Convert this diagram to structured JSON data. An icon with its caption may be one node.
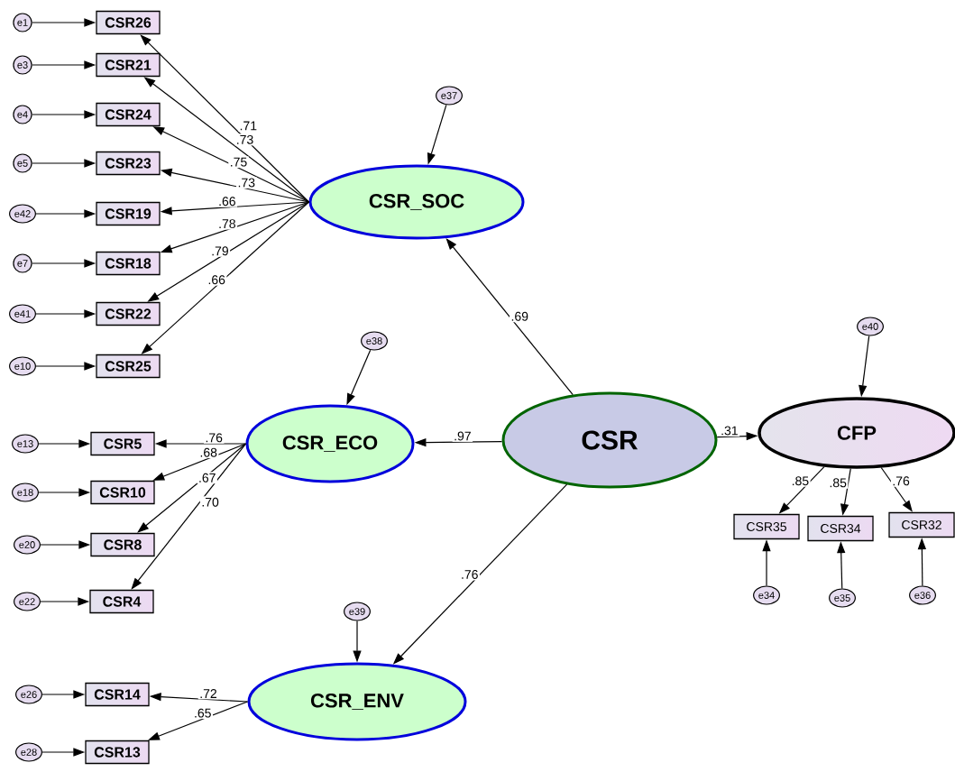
{
  "diagram": {
    "nodes": [
      {
        "text": [
          "e1"
        ]
      },
      {
        "text": [
          "CSR26"
        ]
      },
      {
        "text": [
          "e3"
        ]
      },
      {
        "text": [
          "CSR21"
        ]
      },
      {
        "text": [
          "e4"
        ]
      },
      {
        "text": [
          "CSR24"
        ]
      },
      {
        "text": [
          "e5"
        ]
      },
      {
        "text": [
          "CSR23"
        ]
      },
      {
        "text": [
          "e42"
        ]
      },
      {
        "text": [
          "CSR19"
        ]
      },
      {
        "text": [
          "e7"
        ]
      },
      {
        "text": [
          "CSR18"
        ]
      },
      {
        "text": [
          "e41"
        ]
      },
      {
        "text": [
          "CSR22"
        ]
      },
      {
        "text": [
          "e10"
        ]
      },
      {
        "text": [
          "CSR25"
        ]
      },
      {
        "text": [
          "e37"
        ]
      },
      {
        "text": [
          "CSR_SOC"
        ]
      },
      {
        "text": [
          "e38"
        ]
      },
      {
        "text": [
          "CSR_ECO"
        ]
      },
      {
        "text": [
          "e13"
        ]
      },
      {
        "text": [
          "CSR5"
        ]
      },
      {
        "text": [
          "e18"
        ]
      },
      {
        "text": [
          "CSR10"
        ]
      },
      {
        "text": [
          "e20"
        ]
      },
      {
        "text": [
          "CSR8"
        ]
      },
      {
        "text": [
          "e22"
        ]
      },
      {
        "text": [
          "CSR4"
        ]
      },
      {
        "text": [
          "CSR"
        ]
      },
      {
        "text": [
          "e40"
        ]
      },
      {
        "text": [
          "CFP"
        ]
      },
      {
        "text": [
          "CSR35"
        ]
      },
      {
        "text": [
          "e34"
        ]
      },
      {
        "text": [
          "CSR34"
        ]
      },
      {
        "text": [
          "e35"
        ]
      },
      {
        "text": [
          "CSR32"
        ]
      },
      {
        "text": [
          "e36"
        ]
      },
      {
        "text": [
          "e39"
        ]
      },
      {
        "text": [
          "CSR_ENV"
        ]
      },
      {
        "text": [
          "e26"
        ]
      },
      {
        "text": [
          "CSR14"
        ]
      },
      {
        "text": [
          "e28"
        ]
      },
      {
        "text": [
          "CSR13"
        ]
      }
    ],
    "edges": [
      {
        "from": 0,
        "to": 1,
        "arrow": "to"
      },
      {
        "from": 2,
        "to": 3,
        "arrow": "to"
      },
      {
        "from": 4,
        "to": 5,
        "arrow": "to"
      },
      {
        "from": 6,
        "to": 7,
        "arrow": "to"
      },
      {
        "from": 8,
        "to": 9,
        "arrow": "to"
      },
      {
        "from": 10,
        "to": 11,
        "arrow": "to"
      },
      {
        "from": 12,
        "to": 13,
        "arrow": "to"
      },
      {
        "from": 14,
        "to": 15,
        "arrow": "to"
      },
      {
        "from": 17,
        "to": 1,
        "arrow": "to",
        "label": ".71"
      },
      {
        "from": 17,
        "to": 3,
        "arrow": "to",
        "label": ".73"
      },
      {
        "from": 17,
        "to": 5,
        "arrow": "to",
        "label": ".75"
      },
      {
        "from": 17,
        "to": 7,
        "arrow": "to",
        "label": ".73"
      },
      {
        "from": 17,
        "to": 9,
        "arrow": "to",
        "label": ".66"
      },
      {
        "from": 17,
        "to": 11,
        "arrow": "to",
        "label": ".78"
      },
      {
        "from": 17,
        "to": 13,
        "arrow": "to",
        "label": ".79"
      },
      {
        "from": 17,
        "to": 15,
        "arrow": "to",
        "label": ".66"
      },
      {
        "from": 16,
        "to": 17,
        "arrow": "to"
      },
      {
        "from": 28,
        "to": 17,
        "arrow": "to",
        "label": ".69"
      },
      {
        "from": 20,
        "to": 21,
        "arrow": "to"
      },
      {
        "from": 22,
        "to": 23,
        "arrow": "to"
      },
      {
        "from": 24,
        "to": 25,
        "arrow": "to"
      },
      {
        "from": 26,
        "to": 27,
        "arrow": "to"
      },
      {
        "from": 19,
        "to": 21,
        "arrow": "to",
        "label": ".76"
      },
      {
        "from": 19,
        "to": 23,
        "arrow": "to",
        "label": ".68"
      },
      {
        "from": 19,
        "to": 25,
        "arrow": "to",
        "label": ".67"
      },
      {
        "from": 19,
        "to": 27,
        "arrow": "to",
        "label": ".70"
      },
      {
        "from": 18,
        "to": 19,
        "arrow": "to"
      },
      {
        "from": 28,
        "to": 19,
        "arrow": "to",
        "label": ".97"
      },
      {
        "from": 28,
        "to": 30,
        "arrow": "to",
        "label": ".31"
      },
      {
        "from": 29,
        "to": 30,
        "arrow": "to"
      },
      {
        "from": 30,
        "to": 31,
        "arrow": "to",
        "label": ".85"
      },
      {
        "from": 30,
        "to": 33,
        "arrow": "to",
        "label": ".85"
      },
      {
        "from": 30,
        "to": 35,
        "arrow": "to",
        "label": ".76"
      },
      {
        "from": 32,
        "to": 31,
        "arrow": "to"
      },
      {
        "from": 34,
        "to": 33,
        "arrow": "to"
      },
      {
        "from": 36,
        "to": 35,
        "arrow": "to"
      },
      {
        "from": 28,
        "to": 38,
        "arrow": "to",
        "label": ".76"
      },
      {
        "from": 37,
        "to": 38,
        "arrow": "to"
      },
      {
        "from": 38,
        "to": 40,
        "arrow": "to",
        "label": ".72"
      },
      {
        "from": 38,
        "to": 42,
        "arrow": "to",
        "label": ".65"
      },
      {
        "from": 39,
        "to": 40,
        "arrow": "to"
      },
      {
        "from": 41,
        "to": 42,
        "arrow": "to"
      }
    ]
  }
}
